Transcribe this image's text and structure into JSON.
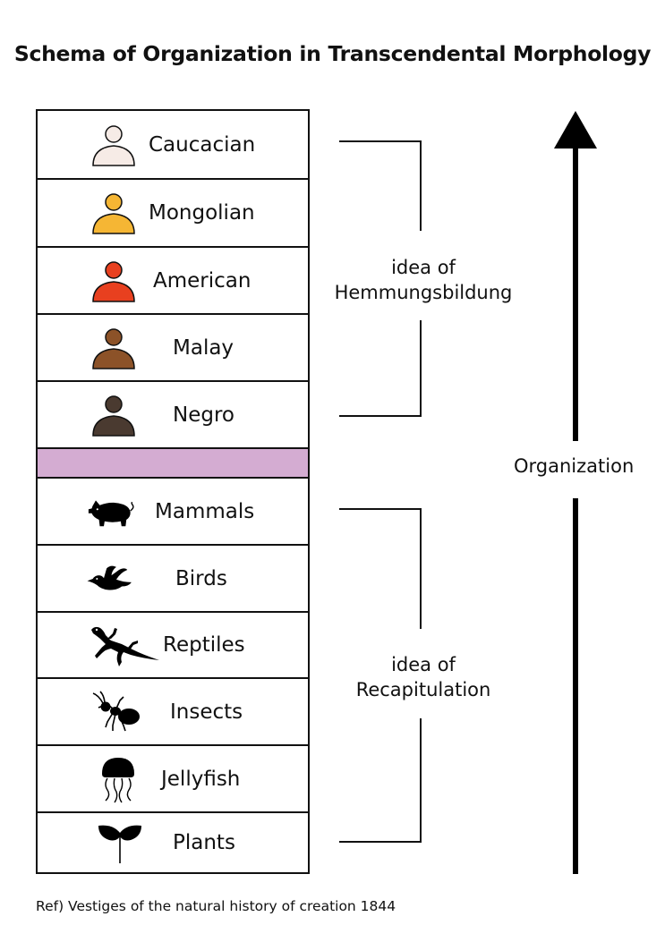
{
  "title": "Schema of Organization in Transcendental Morphology",
  "rows": [
    {
      "label": "Caucacian",
      "icon": "person-icon",
      "color": "#f6ebe6"
    },
    {
      "label": "Mongolian",
      "icon": "person-icon",
      "color": "#f5b634"
    },
    {
      "label": "American",
      "icon": "person-icon",
      "color": "#e8401f"
    },
    {
      "label": "Malay",
      "icon": "person-icon",
      "color": "#8c5228"
    },
    {
      "label": "Negro",
      "icon": "person-icon",
      "color": "#4a3a30"
    },
    {
      "label": "",
      "icon": "",
      "color": "#d4acd2"
    },
    {
      "label": "Mammals",
      "icon": "pig-icon",
      "color": "#000000"
    },
    {
      "label": "Birds",
      "icon": "bird-icon",
      "color": "#000000"
    },
    {
      "label": "Reptiles",
      "icon": "lizard-icon",
      "color": "#000000"
    },
    {
      "label": "Insects",
      "icon": "ant-icon",
      "color": "#000000"
    },
    {
      "label": "Jellyfish",
      "icon": "jellyfish-icon",
      "color": "#000000"
    },
    {
      "label": "Plants",
      "icon": "sprout-icon",
      "color": "#000000"
    }
  ],
  "brackets": {
    "upper": {
      "line1": "idea of",
      "line2": "Hemmungsbildung"
    },
    "lower": {
      "line1": "idea of",
      "line2": "Recapitulation"
    }
  },
  "axis_label": "Organization",
  "reference": "Ref) Vestiges of the natural history of creation 1844"
}
